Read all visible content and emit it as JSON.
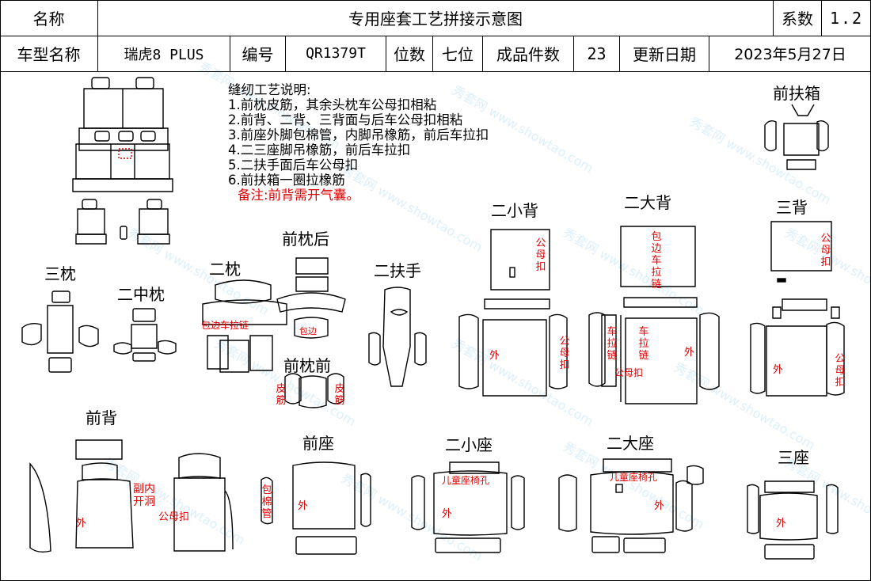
{
  "header": {
    "name_label": "名称",
    "title": "专用座套工艺拼接示意图",
    "coef_label": "系数",
    "coef_value": "1.2",
    "model_label": "车型名称",
    "model_value": "瑞虎8 PLUS",
    "code_label": "编号",
    "code_value": "QR1379T",
    "seats_label": "位数",
    "seats_value": "七位",
    "pieces_label": "成品件数",
    "pieces_value": "23",
    "date_label": "更新日期",
    "date_value": "2023年5月27日"
  },
  "notes": {
    "title": "缝纫工艺说明:",
    "items": [
      "1.前枕皮筋，其余头枕车公母扣相粘",
      "2.前背、二背、三背面与后车公母扣相粘",
      "3.前座外脚包棉管，内脚吊橡筋，前后车拉扣",
      "4.二三座脚吊橡筋，前后车拉扣",
      "5.二扶手面后车公母扣",
      "6.前扶箱一圈拉橡筋"
    ],
    "remark": "备注:前背需开气囊。"
  },
  "parts": {
    "front_armbox": "前扶箱",
    "rear_headrest": "三枕",
    "middle_headrest_2": "二中枕",
    "headrest_2": "二枕",
    "front_headrest_back": "前枕后",
    "front_headrest_front": "前枕前",
    "armrest_2": "二扶手",
    "small_back_2": "二小背",
    "large_back_2": "二大背",
    "back_3": "三背",
    "front_back": "前背",
    "front_seat": "前座",
    "small_seat_2": "二小座",
    "large_seat_2": "二大座",
    "seat_3": "三座"
  },
  "annotations": {
    "hr2_edge": "包边车拉链",
    "hrb_edge": "包边",
    "elastic": "皮筋",
    "snap": "公母扣",
    "outer": "外",
    "edge_zip": "包边车拉链",
    "zip": "车拉链",
    "side_opening": "副内开洞",
    "cotton_tube": "包棉管",
    "child_seat_hole": "儿童座椅孔"
  },
  "watermark": "秀套网 www.showtao.com"
}
